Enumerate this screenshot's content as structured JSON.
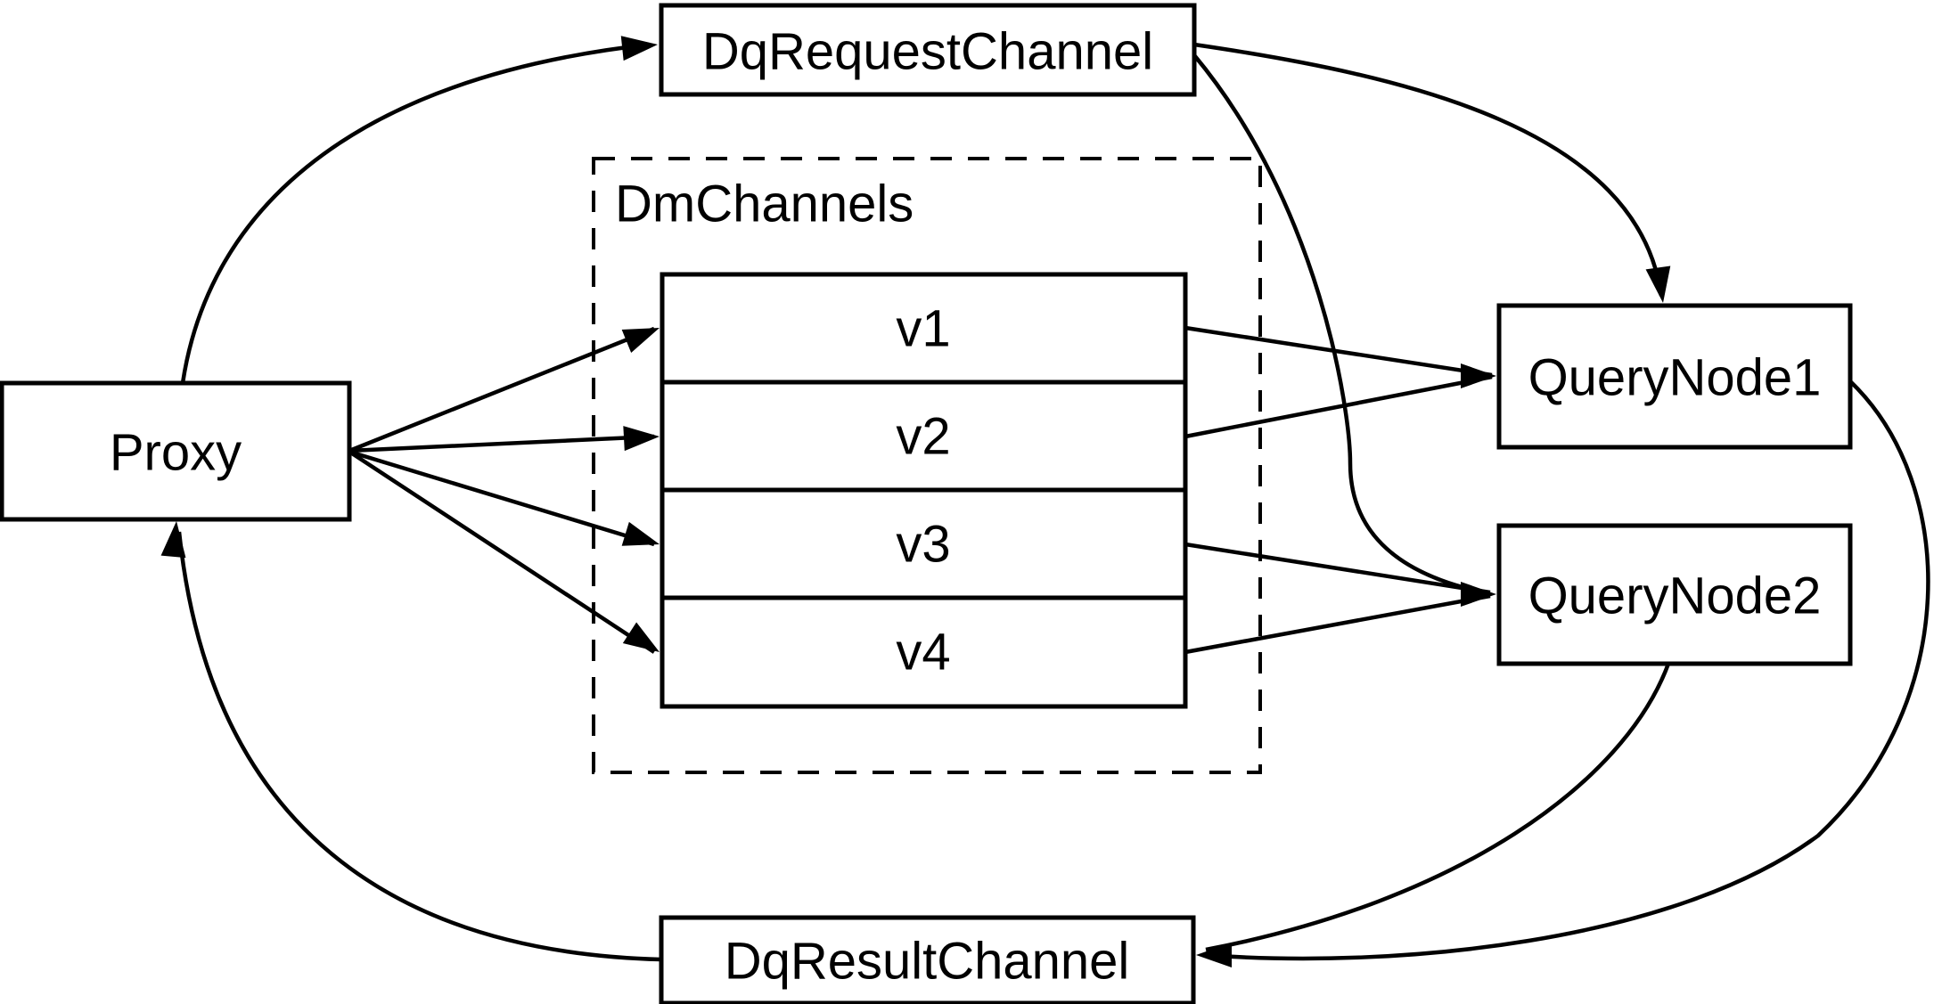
{
  "diagram": {
    "type": "flow-diagram",
    "colors": {
      "stroke": "#000000",
      "background": "#ffffff"
    },
    "nodes": {
      "proxy": {
        "label": "Proxy"
      },
      "dq_request_channel": {
        "label": "DqRequestChannel"
      },
      "dm_channels_group": {
        "label": "DmChannels"
      },
      "channels": [
        "v1",
        "v2",
        "v3",
        "v4"
      ],
      "query_node_1": {
        "label": "QueryNode1"
      },
      "query_node_2": {
        "label": "QueryNode2"
      },
      "dq_result_channel": {
        "label": "DqResultChannel"
      }
    },
    "edges": [
      {
        "from": "Proxy",
        "to": "DqRequestChannel"
      },
      {
        "from": "Proxy",
        "to": "v1"
      },
      {
        "from": "Proxy",
        "to": "v2"
      },
      {
        "from": "Proxy",
        "to": "v3"
      },
      {
        "from": "Proxy",
        "to": "v4"
      },
      {
        "from": "v1",
        "to": "QueryNode1"
      },
      {
        "from": "v2",
        "to": "QueryNode1"
      },
      {
        "from": "v3",
        "to": "QueryNode2"
      },
      {
        "from": "v4",
        "to": "QueryNode2"
      },
      {
        "from": "DqRequestChannel",
        "to": "QueryNode1"
      },
      {
        "from": "DqRequestChannel",
        "to": "QueryNode2"
      },
      {
        "from": "QueryNode1",
        "to": "DqResultChannel"
      },
      {
        "from": "QueryNode2",
        "to": "DqResultChannel"
      },
      {
        "from": "DqResultChannel",
        "to": "Proxy"
      }
    ]
  }
}
